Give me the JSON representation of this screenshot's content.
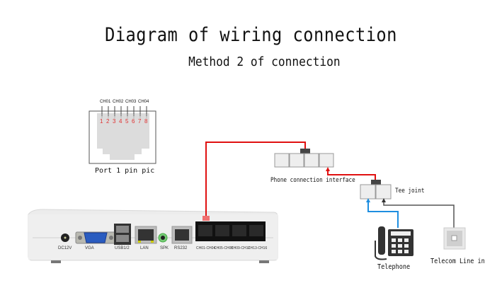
{
  "title": "Diagram of wiring connection",
  "subtitle": "Method 2 of connection",
  "port_pin_pic": {
    "caption": "Port 1 pin pic",
    "channels": [
      "CH01",
      "CH02",
      "CH03",
      "CH04"
    ],
    "pins": [
      "1",
      "2",
      "3",
      "4",
      "5",
      "6",
      "7",
      "8"
    ],
    "pin_color": "#e03030"
  },
  "device": {
    "ports": [
      {
        "id": "dc12v",
        "label": "DC12V"
      },
      {
        "id": "vga",
        "label": "VGA"
      },
      {
        "id": "usb",
        "label": "USB1/2"
      },
      {
        "id": "lan",
        "label": "LAN"
      },
      {
        "id": "spk",
        "label": "SPK"
      },
      {
        "id": "rs232",
        "label": "RS232"
      },
      {
        "id": "ch01-04",
        "label": "CH01-CH04"
      },
      {
        "id": "ch05-08",
        "label": "CH05-CH08"
      },
      {
        "id": "ch09-12",
        "label": "CH09-CH12"
      },
      {
        "id": "ch13-16",
        "label": "CH13-CH16"
      }
    ]
  },
  "phone_interface": {
    "label": "Phone connection interface"
  },
  "tee_joint": {
    "label": "Tee joint"
  },
  "telephone": {
    "label": "Telephone"
  },
  "telecom_line": {
    "label": "Telecom Line in"
  },
  "colors": {
    "red_wire": "#e01010",
    "blue_wire": "#1e8ee0",
    "grey_wire": "#555555"
  }
}
